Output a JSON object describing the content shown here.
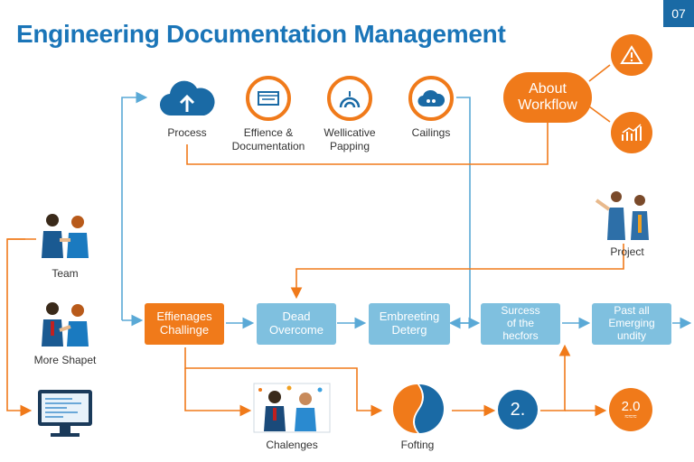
{
  "title": "Engineering Documentation Management",
  "page_number": "07",
  "top_nodes": [
    {
      "label": "Process",
      "icon": "cloud-upload-icon"
    },
    {
      "label": "Effience &\nDocumentation",
      "icon": "box-icon"
    },
    {
      "label": "Wellicative\nPapping",
      "icon": "signal-arc-icon"
    },
    {
      "label": "Cailings",
      "icon": "cloud-icon"
    }
  ],
  "about_workflow": "About\nWorkflow",
  "right_icons": [
    "warning-icon",
    "growth-chart-icon"
  ],
  "left_nodes": [
    {
      "label": "Team",
      "icon": "team-meeting-illustration"
    },
    {
      "label": "More Shapet",
      "icon": "team-discussion-illustration"
    },
    {
      "label": "",
      "icon": "monitor-icon"
    }
  ],
  "project_label": "Project",
  "flow_boxes": [
    {
      "label": "Effienages\nChallinge",
      "style": "orange"
    },
    {
      "label": "Dead\nOvercome",
      "style": "blue"
    },
    {
      "label": "Embreeting\nDeterg",
      "style": "blue"
    },
    {
      "label": "Surcess\nof the\nhecfors",
      "style": "blue"
    },
    {
      "label": "Past all\nEmerging\nundity",
      "style": "blue"
    }
  ],
  "bottom_nodes": [
    {
      "label": "Chalenges",
      "icon": "people-ideas-illustration"
    },
    {
      "label": "Fofting",
      "icon": "half-circle-icon"
    },
    {
      "label": "2.",
      "icon": "number-circle"
    },
    {
      "label": "2.0",
      "sublabel": "≈≈≈",
      "icon": "number-circle"
    }
  ],
  "colors": {
    "orange": "#f07a1a",
    "blue": "#1a75b8",
    "light_blue": "#7fc0df",
    "dark_blue": "#1a6aa5"
  }
}
